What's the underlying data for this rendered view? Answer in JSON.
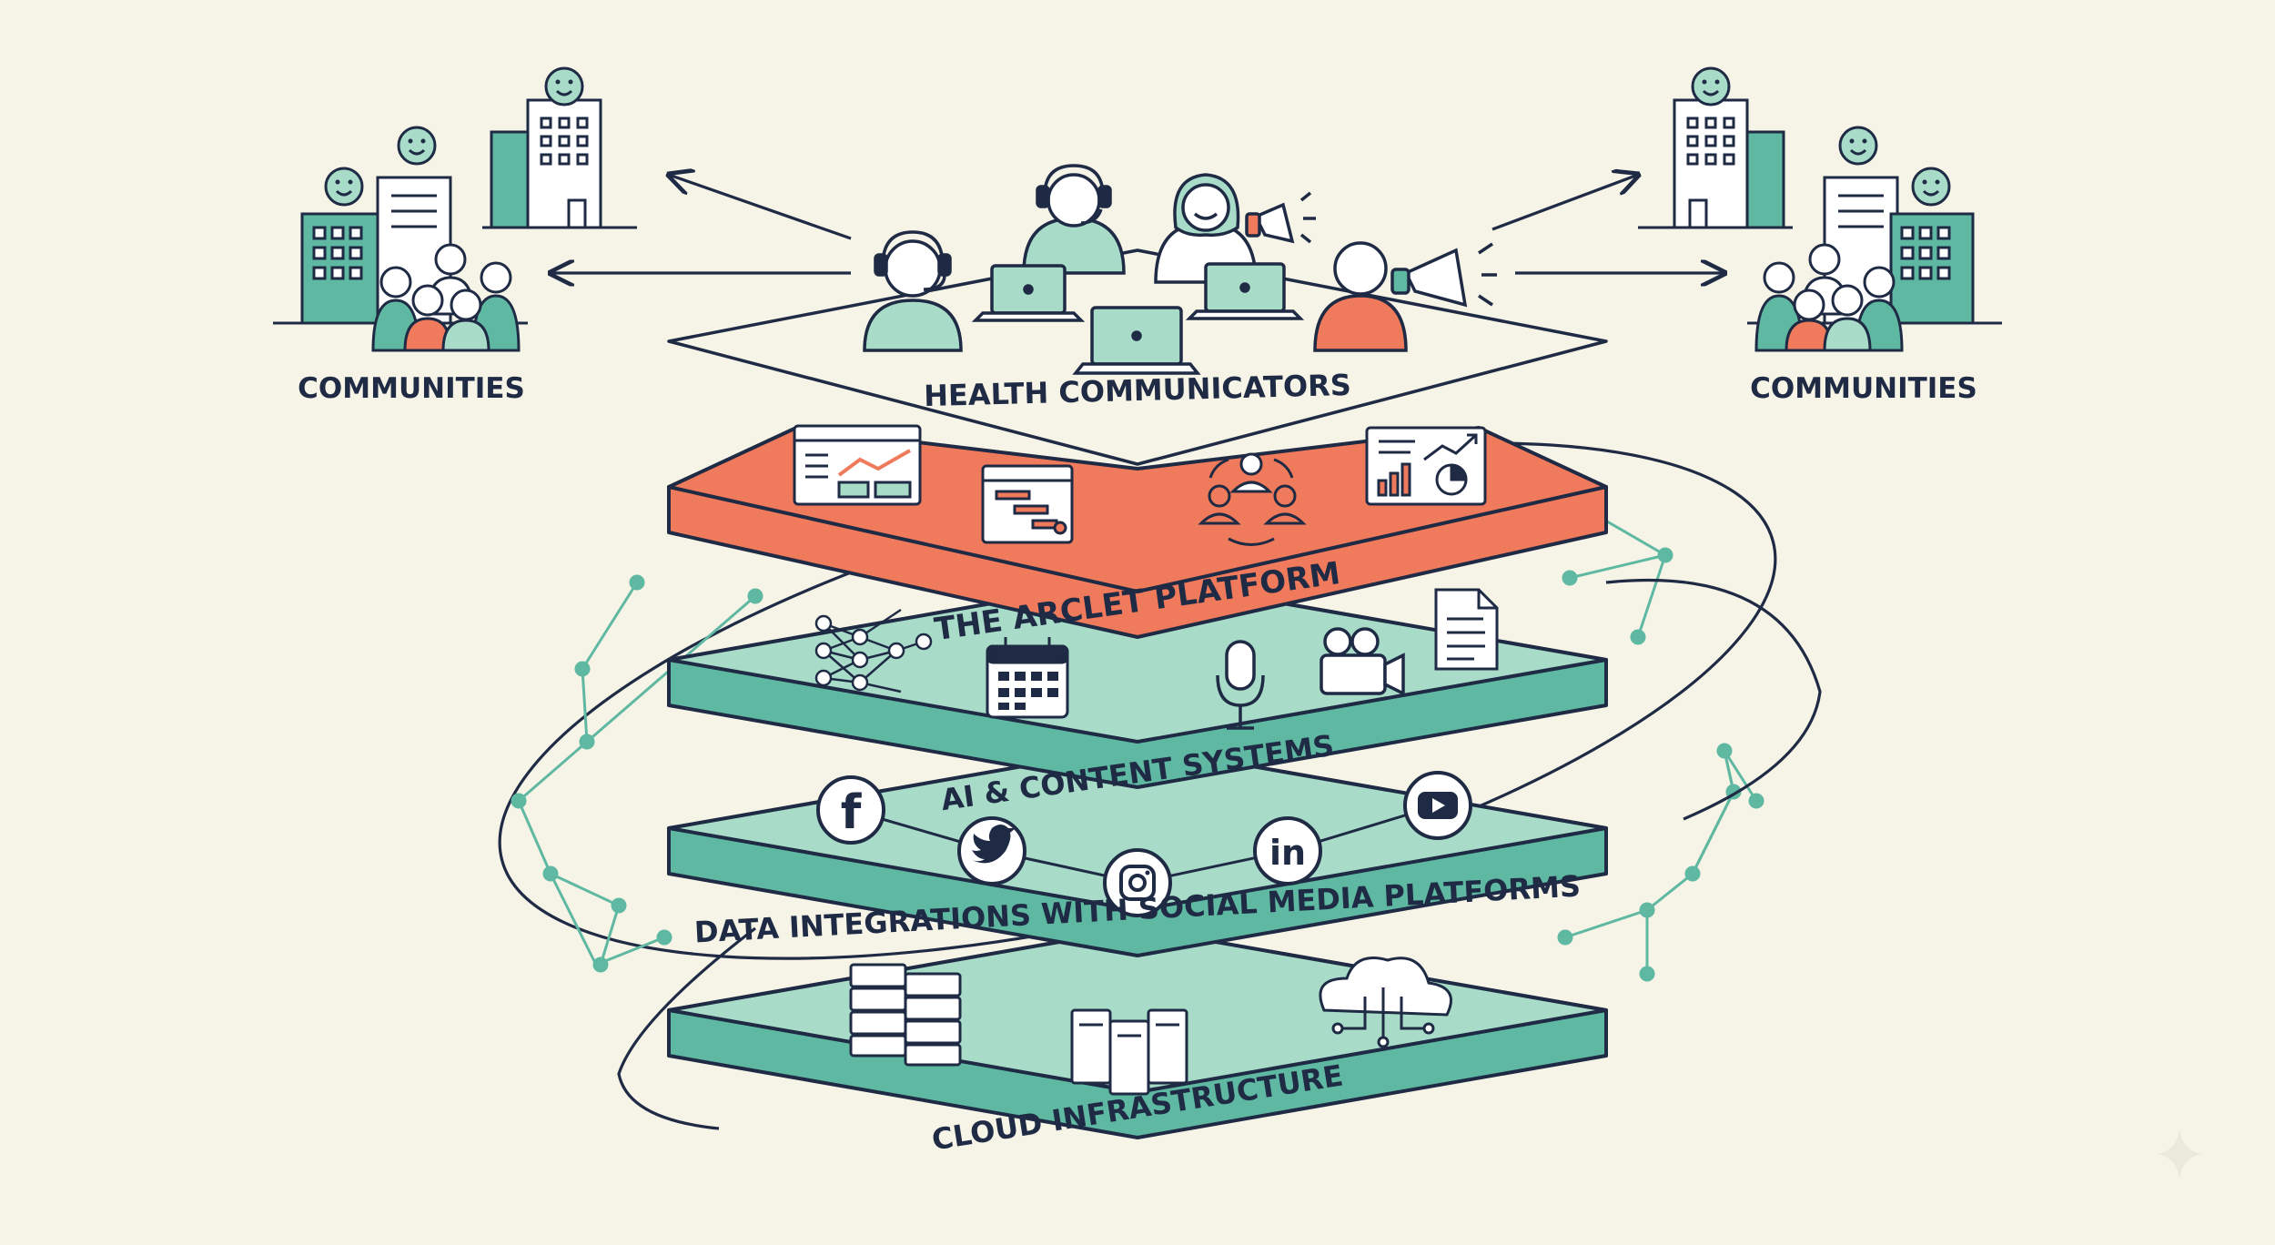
{
  "diagram": {
    "labels": {
      "communities_left": "COMMUNITIES",
      "communities_right": "COMMUNITIES",
      "health_communicators": "HEALTH COMMUNICATORS",
      "platform": "THE ARCLET PLATFORM",
      "ai": "AI & CONTENT SYSTEMS",
      "data": "DATA INTEGRATIONS WITH  SOCIAL MEDIA PLATFORMS",
      "cloud": "CLOUD INFRASTRUCTURE"
    },
    "social_icons": [
      "facebook-icon",
      "twitter-icon",
      "instagram-icon",
      "linkedin-icon",
      "youtube-icon"
    ],
    "social_glyphs": {
      "facebook": "f",
      "linkedin": "in"
    },
    "colors": {
      "background": "#f6f3e7",
      "outline": "#1f2a44",
      "teal": "#5fb8a1",
      "teal_light": "#a8dcc9",
      "coral": "#f07a5c"
    }
  }
}
